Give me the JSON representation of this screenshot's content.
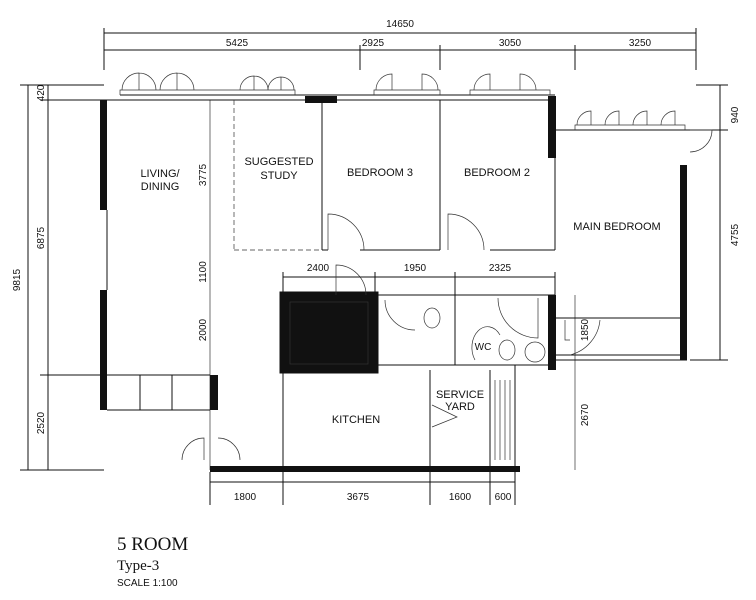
{
  "plan": {
    "title": "5 ROOM",
    "type": "Type-3",
    "scale": "SCALE 1:100"
  },
  "rooms": {
    "living_dining": [
      "LIVING/",
      "DINING"
    ],
    "study": [
      "SUGGESTED",
      "STUDY"
    ],
    "bedroom3": "BEDROOM 3",
    "bedroom2": "BEDROOM 2",
    "main_bedroom": "MAIN BEDROOM",
    "kitchen": "KITCHEN",
    "service_yard": [
      "SERVICE",
      "YARD"
    ],
    "wc": "WC"
  },
  "dimensions": {
    "top_total": "14650",
    "top": [
      "5425",
      "2925",
      "3050",
      "3250"
    ],
    "left_total": "9815",
    "left": [
      "420",
      "6875",
      "2520"
    ],
    "inner_left": [
      "3775",
      "1100",
      "2000"
    ],
    "middle": [
      "2400",
      "1950",
      "2325"
    ],
    "right": [
      "940",
      "4755"
    ],
    "inner_right": [
      "1850",
      "2670"
    ],
    "bottom": [
      "1800",
      "3675",
      "1600",
      "600"
    ]
  },
  "colors": {
    "line": "#111111",
    "background": "#ffffff"
  }
}
